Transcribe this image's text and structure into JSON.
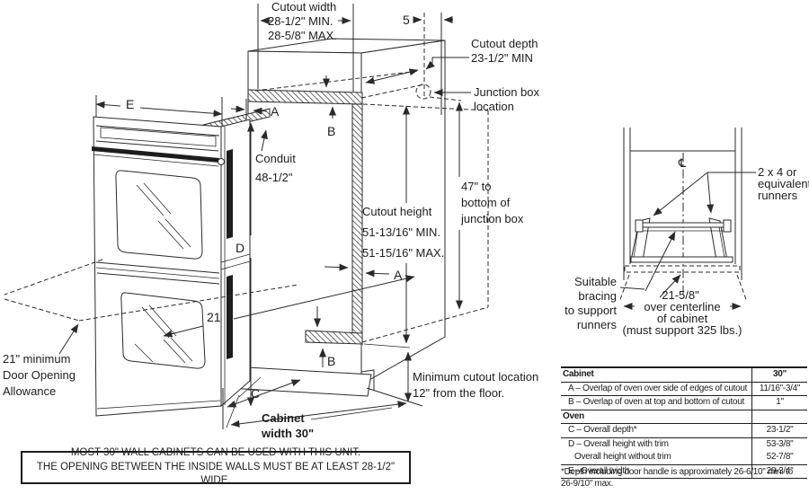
{
  "colors": {
    "line": "#2b2a29",
    "text": "#1d1d1d",
    "background": "#ffffff"
  },
  "diagram": {
    "cutout_width": [
      "Cutout width",
      "28-1/2\" MIN.",
      "28-5/8\" MAX."
    ],
    "dim_5": "5",
    "cutout_depth": [
      "Cutout depth",
      "23-1/2\" MIN"
    ],
    "junction_box": [
      "Junction box",
      "location"
    ],
    "label_e": "E",
    "label_a_top": "A",
    "label_b_top": "B",
    "conduit": [
      "Conduit",
      "48-1/2\""
    ],
    "label_d": "D",
    "cutout_height": [
      "Cutout height",
      "51-13/16\" MIN.",
      "51-15/16\" MAX."
    ],
    "label_a_mid": "A",
    "dim_47": [
      "47\" to",
      "bottom of",
      "junction box"
    ],
    "dim_21": "21",
    "door_allowance": [
      "21\" minimum",
      "Door Opening",
      "Allowance"
    ],
    "label_b_bottom": "B",
    "label_c": "C",
    "cabinet_width": [
      "Cabinet",
      "width 30\""
    ],
    "min_cutout": [
      "Minimum cutout location",
      "12\" from the floor."
    ]
  },
  "inset": {
    "centerline_symbol": "℄",
    "runners": [
      "2 x 4 or",
      "equivalent",
      "runners"
    ],
    "bracing": [
      "Suitable",
      "bracing",
      "to support",
      "runners"
    ],
    "overhang": [
      "21-5/8\"",
      "over centerline",
      "of cabinet",
      "(must support 325 lbs.)"
    ]
  },
  "table": {
    "header_label": "Cabinet",
    "header_value": "30\"",
    "rows": [
      {
        "label": "A – Overlap of oven over side of edges of cutout",
        "value": "11/16\"-3/4\""
      },
      {
        "label": "B – Overlap of oven at top and bottom of cutout",
        "value": "1\""
      },
      {
        "label": "Oven",
        "value": ""
      },
      {
        "label": "C – Overall depth*",
        "value": "23-1/2\""
      },
      {
        "label": "D – Overall height with trim",
        "value": "53-3/8\""
      },
      {
        "label": "Overall height without trim",
        "value": "52-7/8\""
      },
      {
        "label": "E –Overall width",
        "value": "29-3/4\""
      }
    ],
    "footnote": [
      "*Depth including door handle is approximately 26-6/10\" min. to",
      "26-9/10\" max."
    ]
  },
  "note": [
    "MOST 30\" WALL CABINETS CAN BE USED WITH THIS UNIT.",
    "THE OPENING BETWEEN THE INSIDE WALLS MUST BE AT LEAST 28-1/2\" WIDE."
  ]
}
